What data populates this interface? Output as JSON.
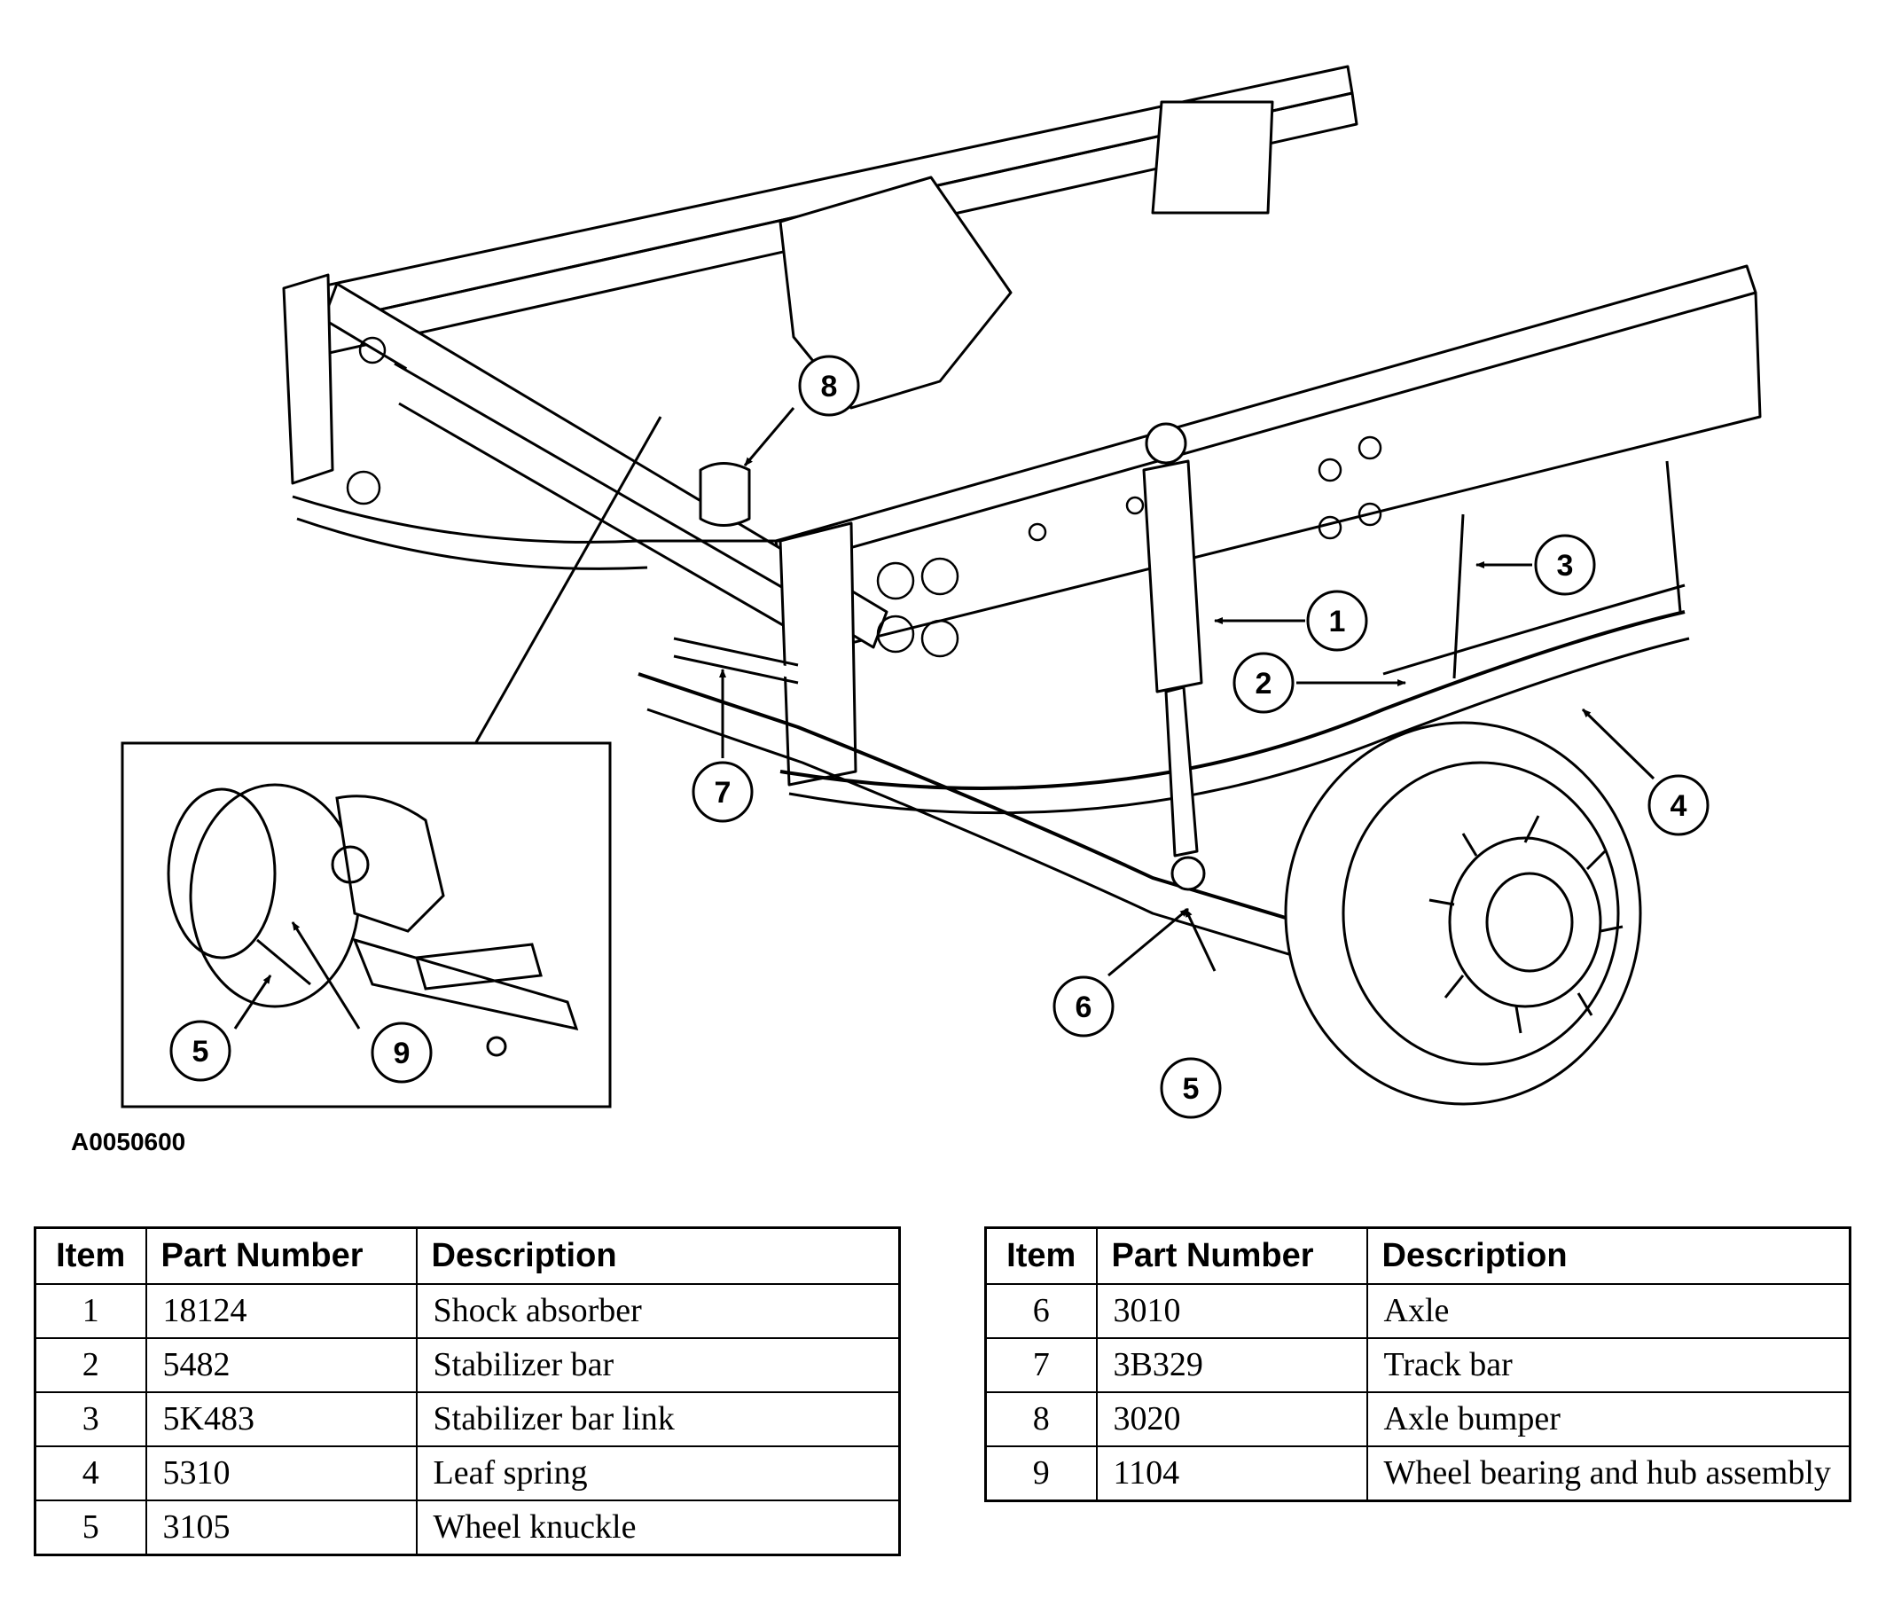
{
  "figure": {
    "id": "A0050600",
    "callouts": [
      "1",
      "2",
      "3",
      "4",
      "5",
      "6",
      "7",
      "8",
      "9",
      "5"
    ]
  },
  "parts_table": {
    "headers": [
      "Item",
      "Part Number",
      "Description"
    ],
    "left_rows": [
      {
        "item": "1",
        "part_number": "18124",
        "description": "Shock absorber"
      },
      {
        "item": "2",
        "part_number": "5482",
        "description": "Stabilizer bar"
      },
      {
        "item": "3",
        "part_number": "5K483",
        "description": "Stabilizer bar link"
      },
      {
        "item": "4",
        "part_number": "5310",
        "description": "Leaf spring"
      },
      {
        "item": "5",
        "part_number": "3105",
        "description": "Wheel knuckle"
      }
    ],
    "right_rows": [
      {
        "item": "6",
        "part_number": "3010",
        "description": "Axle"
      },
      {
        "item": "7",
        "part_number": "3B329",
        "description": "Track bar"
      },
      {
        "item": "8",
        "part_number": "3020",
        "description": "Axle bumper"
      },
      {
        "item": "9",
        "part_number": "1104",
        "description": "Wheel bearing and hub assembly"
      }
    ]
  }
}
